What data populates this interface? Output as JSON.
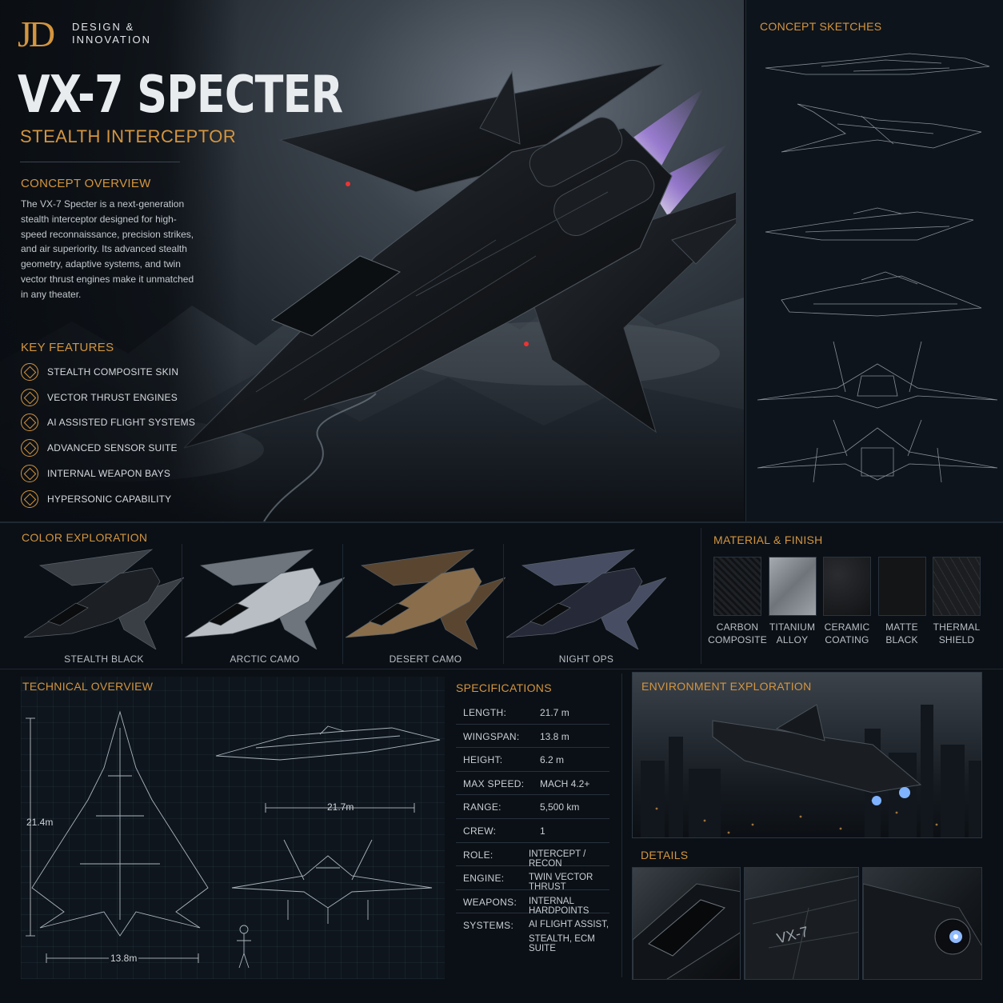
{
  "brand": {
    "logo": "JD",
    "line1": "DESIGN &",
    "line2": "INNOVATION"
  },
  "title": "VX-7 SPECTER",
  "subtitle": "STEALTH INTERCEPTOR",
  "concept_overview": {
    "heading": "CONCEPT OVERVIEW",
    "text": "The VX-7 Specter is a next-generation stealth interceptor designed for high-speed reconnaissance, precision strikes, and air superiority. Its advanced stealth geometry, adaptive systems, and twin vector thrust engines make it unmatched in any theater."
  },
  "key_features": {
    "heading": "KEY FEATURES",
    "items": [
      {
        "label": "STEALTH COMPOSITE SKIN",
        "icon": "stealth-skin-icon"
      },
      {
        "label": "VECTOR THRUST ENGINES",
        "icon": "thrust-engine-icon"
      },
      {
        "label": "AI ASSISTED FLIGHT SYSTEMS",
        "icon": "ai-chip-icon"
      },
      {
        "label": "ADVANCED SENSOR SUITE",
        "icon": "sensor-icon"
      },
      {
        "label": "INTERNAL WEAPON BAYS",
        "icon": "weapon-bay-icon"
      },
      {
        "label": "HYPERSONIC CAPABILITY",
        "icon": "hypersonic-icon"
      }
    ]
  },
  "concept_sketches": {
    "heading": "CONCEPT SKETCHES"
  },
  "color_exploration": {
    "heading": "COLOR EXPLORATION",
    "variants": [
      {
        "label": "STEALTH BLACK",
        "color": "#1c1f24",
        "accent": "#3a3f46"
      },
      {
        "label": "ARCTIC CAMO",
        "color": "#b9bec4",
        "accent": "#6e757d"
      },
      {
        "label": "DESERT CAMO",
        "color": "#8a6e4b",
        "accent": "#5a4630"
      },
      {
        "label": "NIGHT OPS",
        "color": "#262a38",
        "accent": "#474d63"
      }
    ]
  },
  "material_finish": {
    "heading": "MATERIAL & FINISH",
    "items": [
      {
        "line1": "CARBON",
        "line2": "COMPOSITE",
        "color": "#17191c"
      },
      {
        "line1": "TITANIUM",
        "line2": "ALLOY",
        "color": "#8d9298"
      },
      {
        "line1": "CERAMIC",
        "line2": "COATING",
        "color": "#1e1f22"
      },
      {
        "line1": "MATTE",
        "line2": "BLACK",
        "color": "#141517"
      },
      {
        "line1": "THERMAL",
        "line2": "SHIELD",
        "color": "#2a2c2f"
      }
    ]
  },
  "technical_overview": {
    "heading": "TECHNICAL OVERVIEW",
    "dim_height": "21.4m",
    "dim_length": "21.7m",
    "dim_wingspan": "13.8m"
  },
  "specifications": {
    "heading": "SPECIFICATIONS",
    "rows": [
      {
        "key": "LENGTH:",
        "value": "21.7 m"
      },
      {
        "key": "WINGSPAN:",
        "value": "13.8 m"
      },
      {
        "key": "HEIGHT:",
        "value": "6.2 m"
      },
      {
        "key": "MAX SPEED:",
        "value": "MACH 4.2+"
      },
      {
        "key": "RANGE:",
        "value": "5,500 km"
      },
      {
        "key": "CREW:",
        "value": "1"
      },
      {
        "key": "ROLE:",
        "value": "INTERCEPT / RECON"
      },
      {
        "key": "ENGINE:",
        "value": "TWIN VECTOR THRUST"
      },
      {
        "key": "WEAPONS:",
        "value": "INTERNAL HARDPOINTS"
      },
      {
        "key": "SYSTEMS:",
        "value": "AI FLIGHT ASSIST,",
        "value2": "STEALTH, ECM SUITE"
      }
    ]
  },
  "environment": {
    "heading": "ENVIRONMENT EXPLORATION"
  },
  "details": {
    "heading": "DETAILS",
    "hull_mark": "VX-7"
  },
  "colors": {
    "accent": "#d4953f",
    "background": "#0b1016",
    "engine_glow": "#b98cff"
  }
}
